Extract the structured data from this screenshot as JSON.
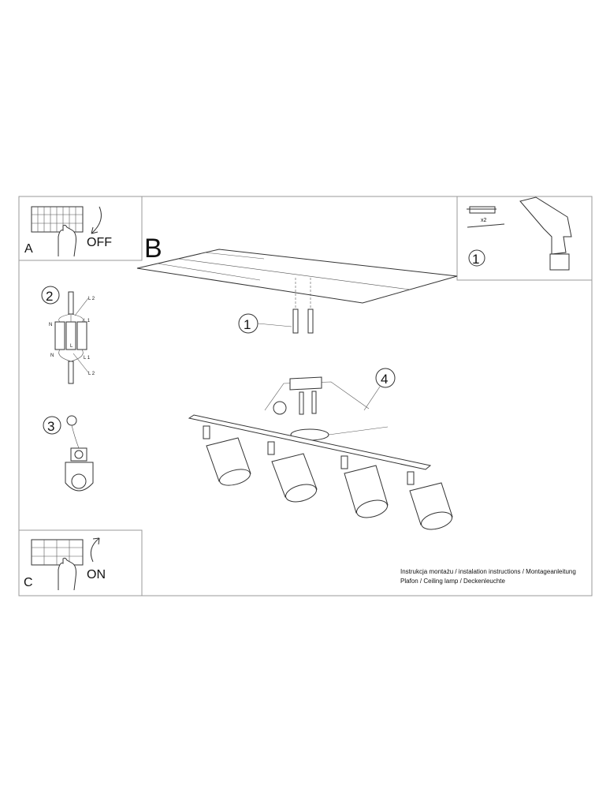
{
  "panels": {
    "a": {
      "letter": "A",
      "label": "OFF"
    },
    "b": {
      "letter": "B"
    },
    "c": {
      "letter": "C",
      "label": "ON"
    }
  },
  "steps": {
    "step1": "1",
    "step2": "2",
    "step3": "3",
    "step4": "4"
  },
  "wiring": {
    "n_top": "N",
    "l1_top": "L 1",
    "l2_top": "L 2",
    "l_center": "L",
    "n_bottom": "N",
    "l1_bottom": "L 1",
    "l2_bottom": "L 2"
  },
  "tools": {
    "quantity": "x2"
  },
  "footer": {
    "line1": "Instrukcja montażu / instalation instructions / Montageanleitung",
    "line2": "Plafon / Ceiling lamp / Deckenleuchte"
  }
}
